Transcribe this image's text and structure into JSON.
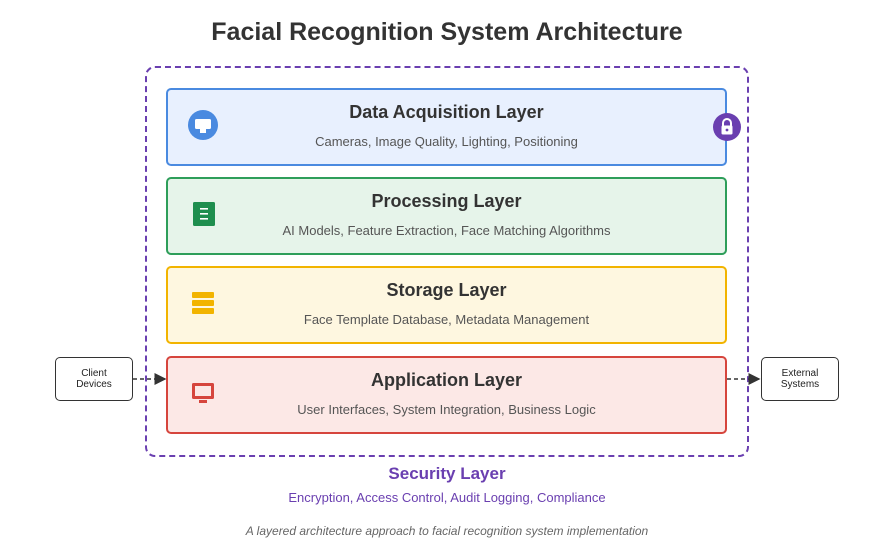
{
  "title": "Facial Recognition System Architecture",
  "layers": [
    {
      "title": "Data Acquisition Layer",
      "description": "Cameras, Image Quality, Lighting, Positioning",
      "icon": "camera-icon",
      "color": "#4a8ae0"
    },
    {
      "title": "Processing Layer",
      "description": "AI Models, Feature Extraction, Face Matching Algorithms",
      "icon": "document-icon",
      "color": "#2e9e5a"
    },
    {
      "title": "Storage Layer",
      "description": "Face Template Database, Metadata Management",
      "icon": "database-icon",
      "color": "#f2b400"
    },
    {
      "title": "Application Layer",
      "description": "User Interfaces, System Integration, Business Logic",
      "icon": "monitor-icon",
      "color": "#d6453d"
    }
  ],
  "security": {
    "title": "Security Layer",
    "description": "Encryption, Access Control, Audit Logging, Compliance",
    "icon": "lock-icon",
    "color": "#6a3fb0"
  },
  "client": {
    "line1": "Client",
    "line2": "Devices"
  },
  "external": {
    "line1": "External",
    "line2": "Systems"
  },
  "caption": "A layered architecture approach to facial recognition system implementation"
}
